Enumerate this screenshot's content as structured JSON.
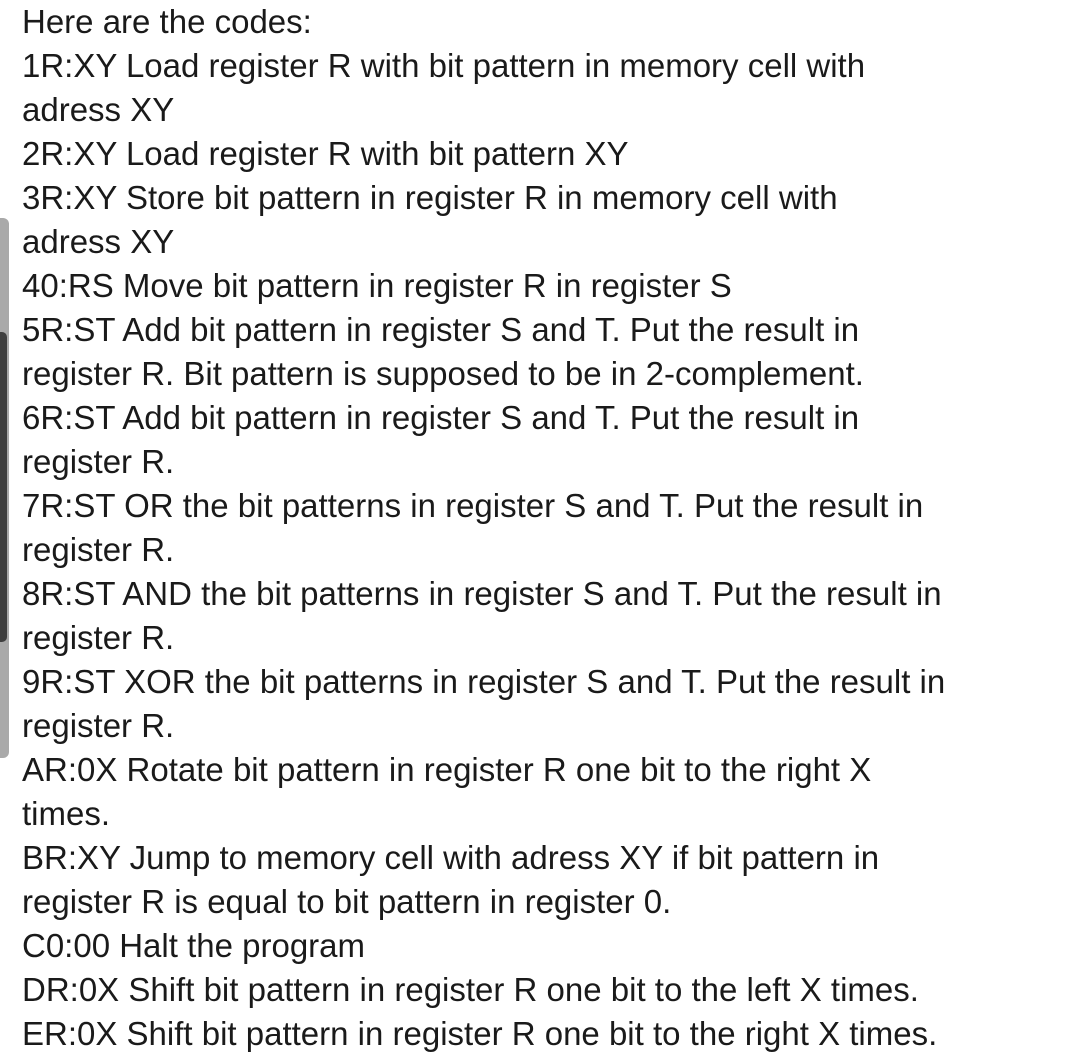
{
  "document": {
    "lines": [
      "Here are the codes:",
      "1R:XY Load register R with bit pattern in memory cell with",
      "adress XY",
      "2R:XY Load register R with bit pattern XY",
      "3R:XY Store bit pattern in register R in memory cell with",
      "adress XY",
      "40:RS Move bit pattern in register R in register S",
      "5R:ST Add bit pattern in register S and T. Put the result in",
      "register R. Bit pattern is supposed to be in 2-complement.",
      "6R:ST Add bit pattern in register S and T. Put the result in",
      "register R.",
      "7R:ST OR the bit patterns in register S and T. Put the result in",
      "register R.",
      "8R:ST AND the bit patterns in register S and T. Put the result in",
      "register R.",
      "9R:ST XOR the bit patterns in register S and T. Put the result in",
      "register R.",
      "AR:0X Rotate bit pattern in register R one bit to the right X",
      "times.",
      "BR:XY Jump to memory cell with adress XY if bit pattern in",
      "register R is equal to bit pattern in register 0.",
      "C0:00 Halt the program",
      "DR:0X Shift bit pattern in register R one bit to the left X times.",
      "ER:0X Shift bit pattern in register R one bit to the right X times."
    ]
  }
}
